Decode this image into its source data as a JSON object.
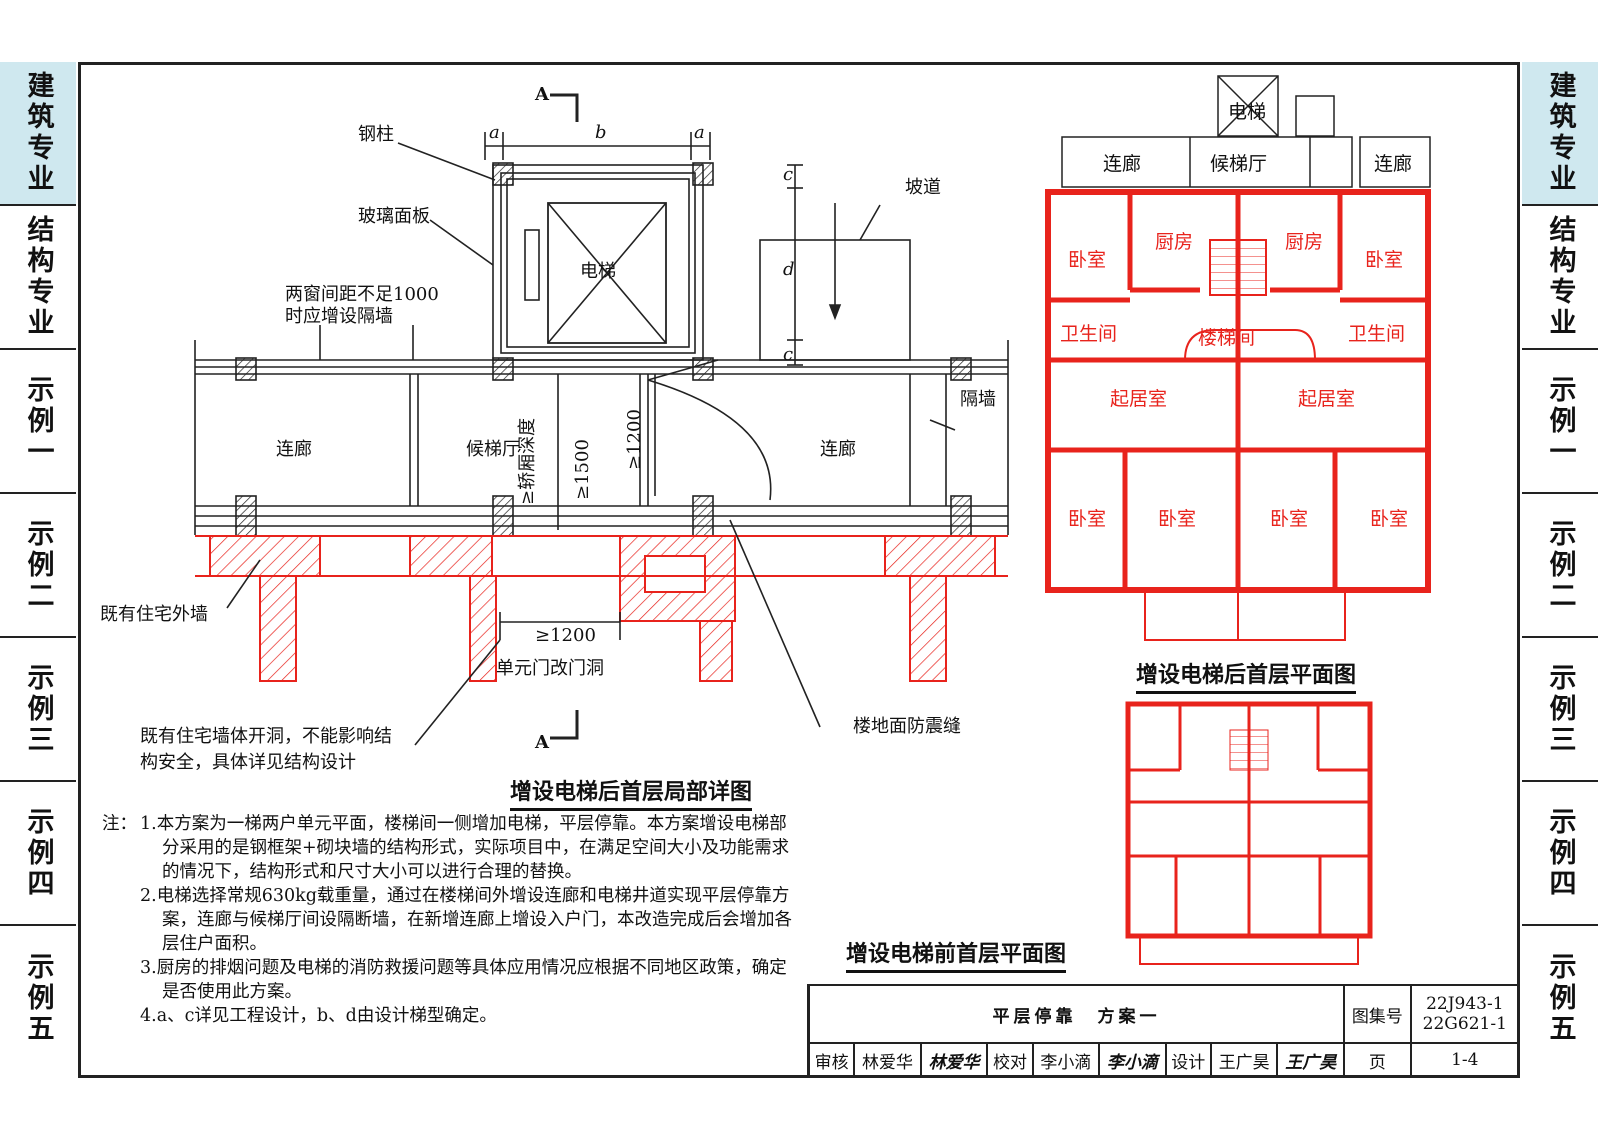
{
  "side_tabs": [
    {
      "label": "建筑专业",
      "active": true
    },
    {
      "label": "结构专业",
      "active": false
    },
    {
      "label": "示例一",
      "active": false
    },
    {
      "label": "示例二",
      "active": false
    },
    {
      "label": "示例三",
      "active": false
    },
    {
      "label": "示例四",
      "active": false
    },
    {
      "label": "示例五",
      "active": false
    }
  ],
  "detail_drawing": {
    "section_mark": "A",
    "dim_a": "a",
    "dim_b": "b",
    "dim_c": "c",
    "dim_d": "d",
    "steel_column": "钢柱",
    "glass_panel": "玻璃面板",
    "window_note_1": "两窗间距不足1000",
    "window_note_2": "时应增设隔墙",
    "elevator": "电梯",
    "ramp": "坡道",
    "partition": "隔墙",
    "corridor": "连廊",
    "lobby": "候梯厅",
    "cab_depth": "≥轿厢深度",
    "dim_1500": "≥1500",
    "dim_1200_v": "≥1200",
    "dim_1200_h": "≥1200",
    "existing_wall": "既有住宅外墙",
    "unit_door": "单元门改门洞",
    "seismic_joint": "楼地面防震缝",
    "opening_note_1": "既有住宅墙体开洞，不能影响结",
    "opening_note_2": "构安全，具体详见结构设计",
    "caption": "增设电梯后首层局部详图"
  },
  "plan_after": {
    "elevator": "电梯",
    "corridor": "连廊",
    "lobby": "候梯厅",
    "kitchen": "厨房",
    "bedroom": "卧室",
    "bathroom": "卫生间",
    "stairwell": "楼梯间",
    "living": "起居室",
    "caption": "增设电梯后首层平面图"
  },
  "plan_before": {
    "caption": "增设电梯前首层平面图"
  },
  "notes": {
    "label": "注：",
    "items": [
      "1.本方案为一梯两户单元平面，楼梯间一侧增加电梯，平层停靠。本方案增设电梯部分采用的是钢框架+砌块墙的结构形式，实际项目中，在满足空间大小及功能需求的情况下，结构形式和尺寸大小可以进行合理的替换。",
      "2.电梯选择常规630kg载重量，通过在楼梯间外增设连廊和电梯井道实现平层停靠方案，连廊与候梯厅间设隔断墙，在新增连廊上增设入户门，本改造完成后会增加各层住户面积。",
      "3.厨房的排烟问题及电梯的消防救援问题等具体应用情况应根据不同地区政策，确定是否使用此方案。",
      "4.a、c详见工程设计，b、d由设计梯型确定。"
    ]
  },
  "title_block": {
    "title": "平层停靠　方案一",
    "atlas_label": "图集号",
    "atlas_no_1": "22J943-1",
    "atlas_no_2": "22G621-1",
    "review_label": "审核",
    "review_name": "林爱华",
    "review_sig": "林爱华",
    "check_label": "校对",
    "check_name": "李小滴",
    "check_sig": "李小滴",
    "design_label": "设计",
    "design_name": "王广昊",
    "design_sig": "王广昊",
    "page_label": "页",
    "page_no": "1-4"
  },
  "colors": {
    "red": "#e8231c",
    "tab": "#cfe8ef",
    "line": "#222222"
  }
}
